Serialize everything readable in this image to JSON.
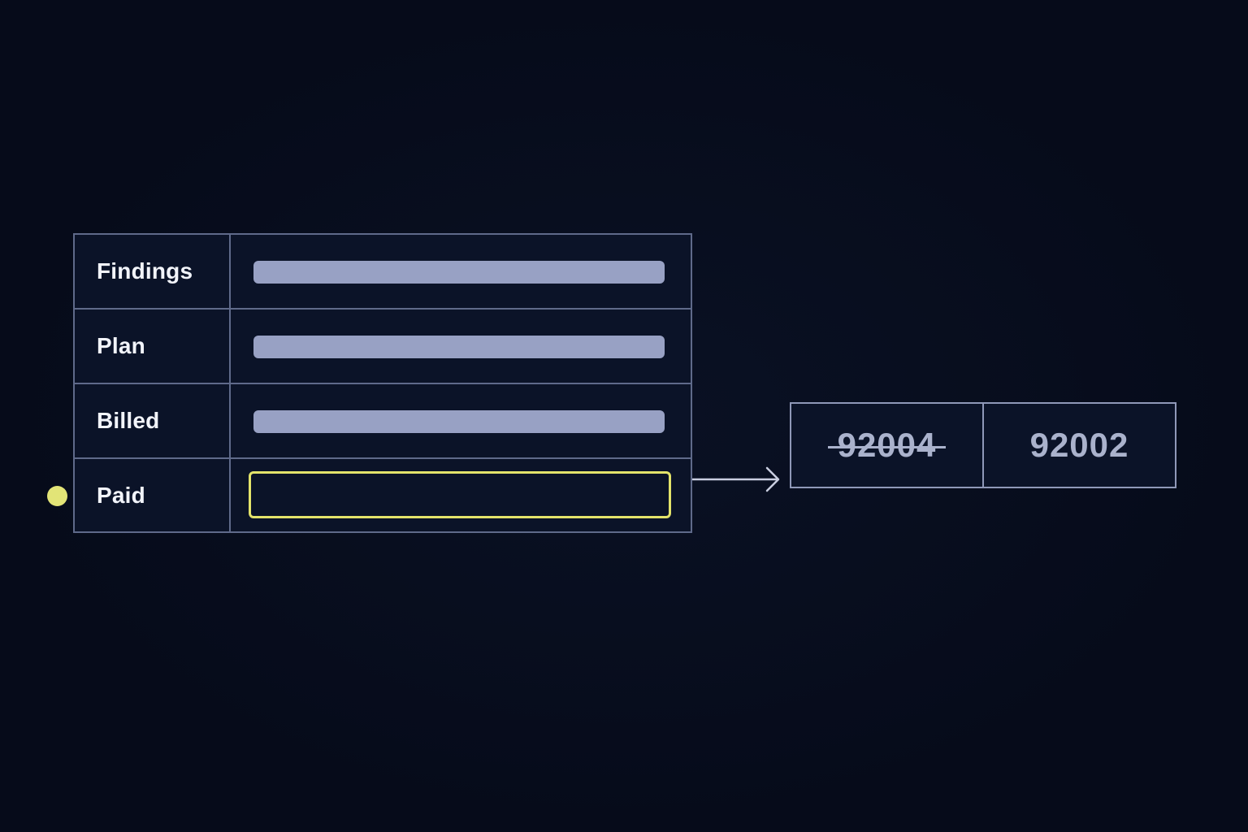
{
  "form": {
    "rows": [
      {
        "label": "Findings",
        "state": "filled"
      },
      {
        "label": "Plan",
        "state": "filled"
      },
      {
        "label": "Billed",
        "state": "filled"
      },
      {
        "label": "Paid",
        "state": "empty-highlighted"
      }
    ]
  },
  "codes": {
    "old_code": "92004",
    "old_code_struck": true,
    "new_code": "92002"
  },
  "colors": {
    "background": "#060b1a",
    "cell_border": "#5f6a8a",
    "placeholder_bar": "#98a1c4",
    "highlight": "#e3e36a",
    "code_text": "#aab2cc"
  },
  "icons": {
    "active_marker": "dot-icon",
    "connector": "arrow-right-icon"
  }
}
